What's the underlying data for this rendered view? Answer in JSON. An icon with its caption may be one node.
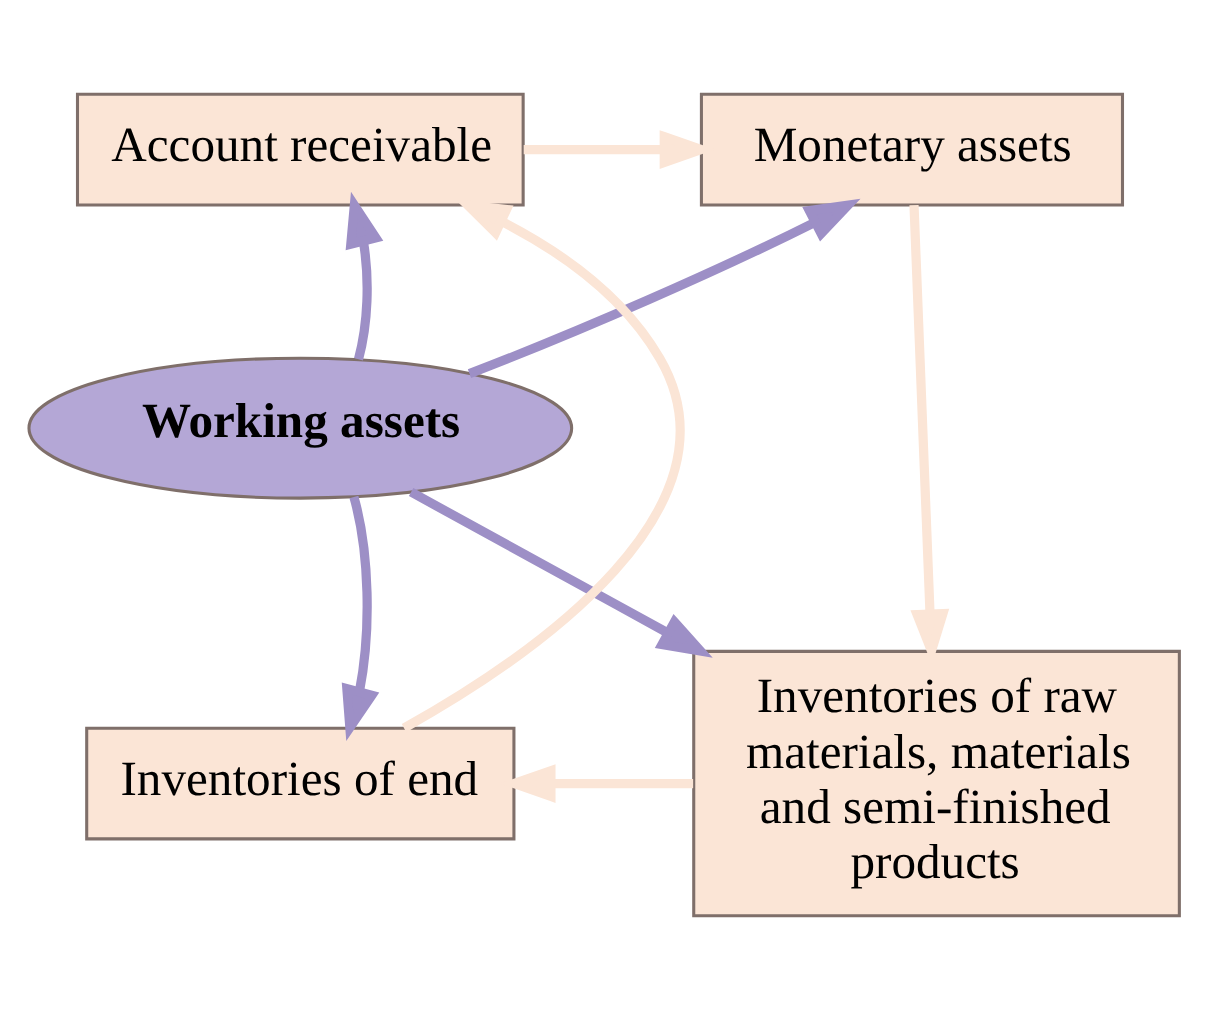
{
  "diagram": {
    "nodes": [
      {
        "text": [
          "Account receivable"
        ]
      },
      {
        "text": [
          "Monetary assets"
        ]
      },
      {
        "text": [
          "Working assets"
        ]
      },
      {
        "text": [
          "Inventories of raw materials, materials and semi-finished products"
        ]
      },
      {
        "text": [
          "Inventories of end"
        ]
      }
    ],
    "edges": [
      {
        "from": 0,
        "to": 1,
        "arrow": "to",
        "color": "#fbe5d6"
      },
      {
        "from": 1,
        "to": 3,
        "arrow": "to",
        "color": "#fbe5d6"
      },
      {
        "from": 3,
        "to": 4,
        "arrow": "to",
        "color": "#fbe5d6"
      },
      {
        "from": 4,
        "to": 0,
        "arrow": "to",
        "color": "#fbe5d6"
      },
      {
        "from": 2,
        "to": 0,
        "arrow": "to",
        "color": "#9d8fc6"
      },
      {
        "from": 2,
        "to": 1,
        "arrow": "to",
        "color": "#9d8fc6"
      },
      {
        "from": 2,
        "to": 3,
        "arrow": "to",
        "color": "#9d8fc6"
      },
      {
        "from": 2,
        "to": 4,
        "arrow": "to",
        "color": "#9d8fc6"
      }
    ]
  }
}
